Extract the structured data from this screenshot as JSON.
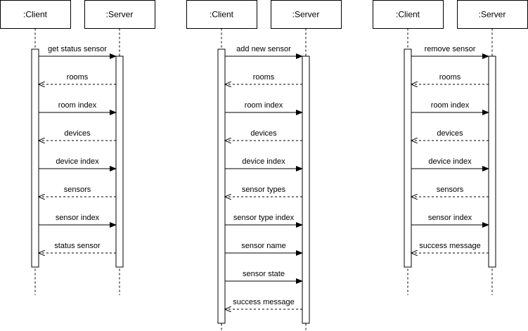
{
  "diagrams": [
    {
      "client_label": ":Client",
      "server_label": ":Server",
      "messages": [
        {
          "label": "get status sensor",
          "kind": "sync"
        },
        {
          "label": "rooms",
          "kind": "return"
        },
        {
          "label": "room index",
          "kind": "sync"
        },
        {
          "label": "devices",
          "kind": "return"
        },
        {
          "label": "device index",
          "kind": "sync"
        },
        {
          "label": "sensors",
          "kind": "return"
        },
        {
          "label": "sensor index",
          "kind": "sync"
        },
        {
          "label": "status sensor",
          "kind": "return"
        }
      ]
    },
    {
      "client_label": ":Client",
      "server_label": ":Server",
      "messages": [
        {
          "label": "add new sensor",
          "kind": "sync"
        },
        {
          "label": "rooms",
          "kind": "return"
        },
        {
          "label": "room index",
          "kind": "sync"
        },
        {
          "label": "devices",
          "kind": "return"
        },
        {
          "label": "device index",
          "kind": "sync"
        },
        {
          "label": "sensor types",
          "kind": "return"
        },
        {
          "label": "sensor type index",
          "kind": "sync"
        },
        {
          "label": "sensor name",
          "kind": "sync"
        },
        {
          "label": "sensor state",
          "kind": "sync"
        },
        {
          "label": "success message",
          "kind": "return"
        }
      ]
    },
    {
      "client_label": ":Client",
      "server_label": ":Server",
      "messages": [
        {
          "label": "remove sensor",
          "kind": "sync"
        },
        {
          "label": "rooms",
          "kind": "return"
        },
        {
          "label": "room index",
          "kind": "sync"
        },
        {
          "label": "devices",
          "kind": "return"
        },
        {
          "label": "device index",
          "kind": "sync"
        },
        {
          "label": "sensors",
          "kind": "return"
        },
        {
          "label": "sensor index",
          "kind": "sync"
        },
        {
          "label": "success message",
          "kind": "return"
        }
      ]
    }
  ]
}
